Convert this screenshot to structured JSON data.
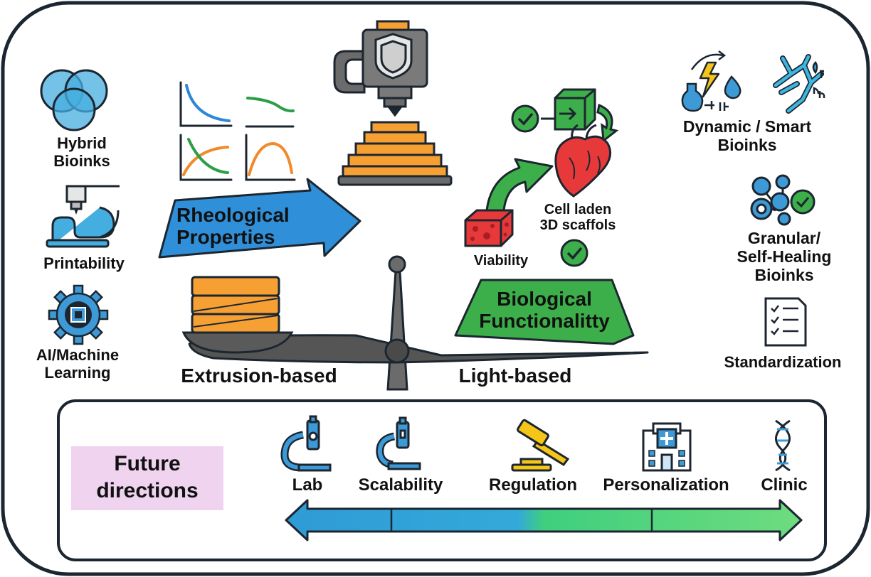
{
  "left_items": [
    {
      "icon": "venn-circles-icon",
      "lines": [
        "Hybrid",
        "Bioinks"
      ]
    },
    {
      "icon": "printer-nozzle-icon",
      "lines": [
        "Printability"
      ]
    },
    {
      "icon": "gear-chip-icon",
      "lines": [
        "AI/Machine",
        "Learning"
      ]
    }
  ],
  "center": {
    "rheology_arrow": [
      "Rheological",
      "Properties"
    ],
    "bio_banner": [
      "Biological",
      "Functionalitty"
    ],
    "viability": "Viability",
    "scaffold": [
      "Cell laden",
      "3D scaffols"
    ],
    "balance_left": "Extrusion-based",
    "balance_right": "Light-based"
  },
  "right_items": [
    {
      "icon": "dynamic-smart-icon",
      "lines": [
        "Dynamic / Smart",
        "Bioinks"
      ]
    },
    {
      "icon": "granular-spheres-icon",
      "lines": [
        "Granular/",
        "Self-Healing",
        "Bioinks"
      ]
    },
    {
      "icon": "checklist-icon",
      "lines": [
        "Standardization"
      ]
    }
  ],
  "future": {
    "title": [
      "Future",
      "directions"
    ],
    "stages": [
      {
        "label": "Lab",
        "icon": "microscope-icon"
      },
      {
        "label": "Scalability",
        "icon": "microscope-small-icon"
      },
      {
        "label": "Regulation",
        "icon": "gavel-icon"
      },
      {
        "label": "Personalization",
        "icon": "hospital-icon"
      },
      {
        "label": "Clinic",
        "icon": "dna-icon"
      }
    ]
  },
  "colors": {
    "blue": "#2f8fd8",
    "light_blue": "#4fb1de",
    "green": "#3daf4a",
    "orange": "#f6a034",
    "red": "#e8393a",
    "pink": "#efd3ef",
    "dark": "#1c2630"
  }
}
